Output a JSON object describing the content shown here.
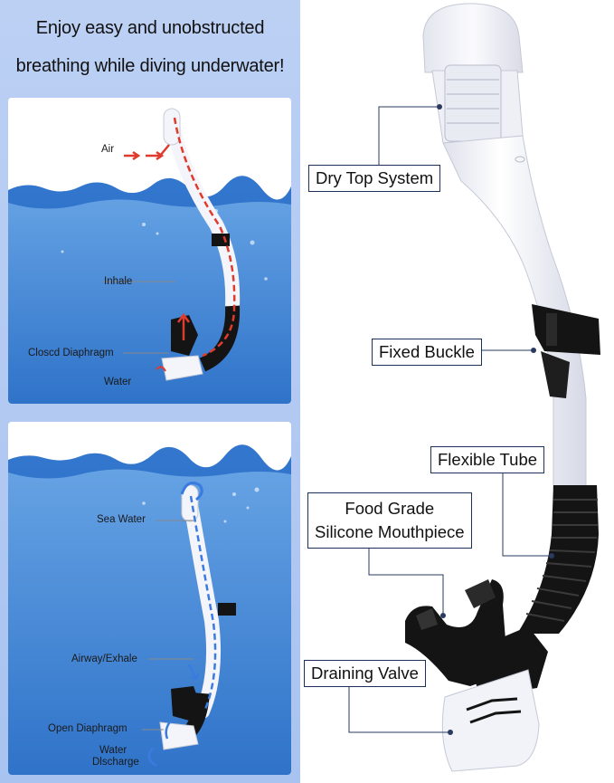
{
  "headline": {
    "line1": "Enjoy easy and unobstructed",
    "line2": "breathing while diving underwater!"
  },
  "scene_top": {
    "labels": {
      "air": "Air",
      "inhale": "Inhale",
      "closed_diaphragm": "Closcd Diaphragm",
      "water": "Water"
    }
  },
  "scene_bottom": {
    "labels": {
      "sea_water": "Sea Water",
      "airway_exhale": "Airway/Exhale",
      "open_diaphragm": "Open Diaphragm",
      "water_discharge_1": "Water",
      "water_discharge_2": "Dlscharge"
    }
  },
  "callouts": {
    "dry_top": "Dry Top System",
    "fixed_buckle": "Fixed Buckle",
    "flexible_tube": "Flexible Tube",
    "mouthpiece_1": "Food Grade",
    "mouthpiece_2": "Silicone Mouthpiece",
    "draining_valve": "Draining Valve"
  },
  "colors": {
    "panel_bg": "#b3caf2",
    "callout_border": "#1b2f5a",
    "air_arrow": "#e03a2c",
    "water_arrow": "#3a7be0",
    "tube_white": "#f4f5fb",
    "tube_black": "#141414"
  }
}
